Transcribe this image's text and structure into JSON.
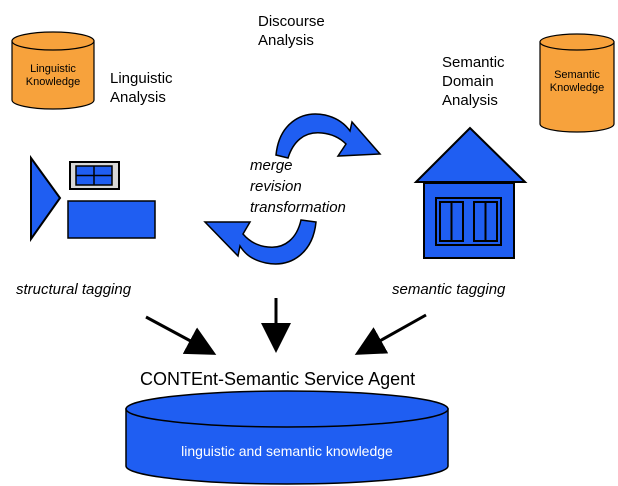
{
  "labels": {
    "discourse": "Discourse\nAnalysis",
    "linguistic_analysis": "Linguistic\nAnalysis",
    "semantic_domain_analysis": "Semantic\nDomain\nAnalysis",
    "cycle_text": "merge\nrevision\ntransformation",
    "structural_tagging": "structural tagging",
    "semantic_tagging": "semantic tagging",
    "agent_title": "CONTEnt-Semantic Service Agent",
    "kb_label": "linguistic and semantic knowledge"
  },
  "cylinders": {
    "linguistic": "Linguistic\nKnowledge",
    "semantic": "Semantic\nKnowledge"
  },
  "colors": {
    "orange": "#f7a23c",
    "blue": "#1f5ef2",
    "dark": "#101040"
  }
}
